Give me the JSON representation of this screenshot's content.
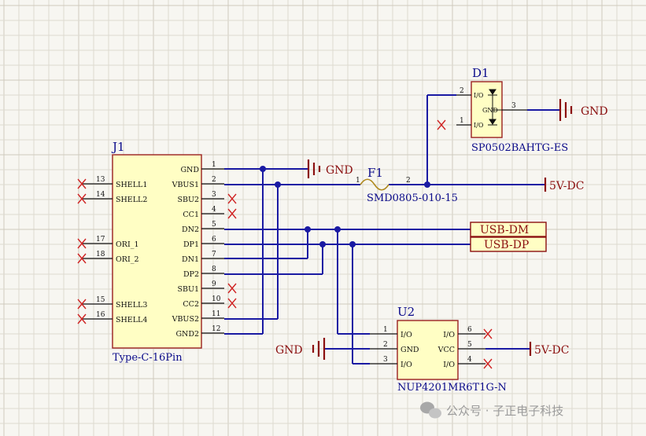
{
  "j1": {
    "designator": "J1",
    "comment": "Type-C-16Pin",
    "left_pins": [
      {
        "num": "13",
        "name": "SHELL1"
      },
      {
        "num": "14",
        "name": "SHELL2"
      },
      {
        "num": "17",
        "name": "ORI_1"
      },
      {
        "num": "18",
        "name": "ORI_2"
      },
      {
        "num": "15",
        "name": "SHELL3"
      },
      {
        "num": "16",
        "name": "SHELL4"
      }
    ],
    "right_pins": [
      {
        "num": "1",
        "name": "GND"
      },
      {
        "num": "2",
        "name": "VBUS1"
      },
      {
        "num": "3",
        "name": "SBU2"
      },
      {
        "num": "4",
        "name": "CC1"
      },
      {
        "num": "5",
        "name": "DN2"
      },
      {
        "num": "6",
        "name": "DP1"
      },
      {
        "num": "7",
        "name": "DN1"
      },
      {
        "num": "8",
        "name": "DP2"
      },
      {
        "num": "9",
        "name": "SBU1"
      },
      {
        "num": "10",
        "name": "CC2"
      },
      {
        "num": "11",
        "name": "VBUS2"
      },
      {
        "num": "12",
        "name": "GND2"
      }
    ]
  },
  "f1": {
    "designator": "F1",
    "comment": "SMD0805-010-15",
    "pin1": "1",
    "pin2": "2"
  },
  "d1": {
    "designator": "D1",
    "comment": "SP0502BAHTG-ES",
    "pins": [
      {
        "num": "2",
        "name": "I/O"
      },
      {
        "num": "1",
        "name": "I/O"
      },
      {
        "num": "3",
        "name": "GND"
      }
    ]
  },
  "u2": {
    "designator": "U2",
    "comment": "NUP4201MR6T1G-N",
    "left_pins": [
      {
        "num": "1",
        "name": "I/O"
      },
      {
        "num": "2",
        "name": "GND"
      },
      {
        "num": "3",
        "name": "I/O"
      }
    ],
    "right_pins": [
      {
        "num": "6",
        "name": "I/O"
      },
      {
        "num": "5",
        "name": "VCC"
      },
      {
        "num": "4",
        "name": "I/O"
      }
    ]
  },
  "power": {
    "gnd_j1": "GND",
    "gnd_d1": "GND",
    "gnd_u2": "GND",
    "vbus_fuse": "5V-DC",
    "vcc_u2": "5V-DC"
  },
  "ports": {
    "usb_dm": "USB-DM",
    "usb_dp": "USB-DP"
  },
  "watermark": "公众号 · 子正电子科技",
  "colors": {
    "wire": "#1a1aa3",
    "component_body": "#fffec4",
    "component_outline": "#9a2020",
    "power_symbol": "#8b1010",
    "no_connect": "#d02424",
    "designator_text": "#0a0a8a"
  }
}
